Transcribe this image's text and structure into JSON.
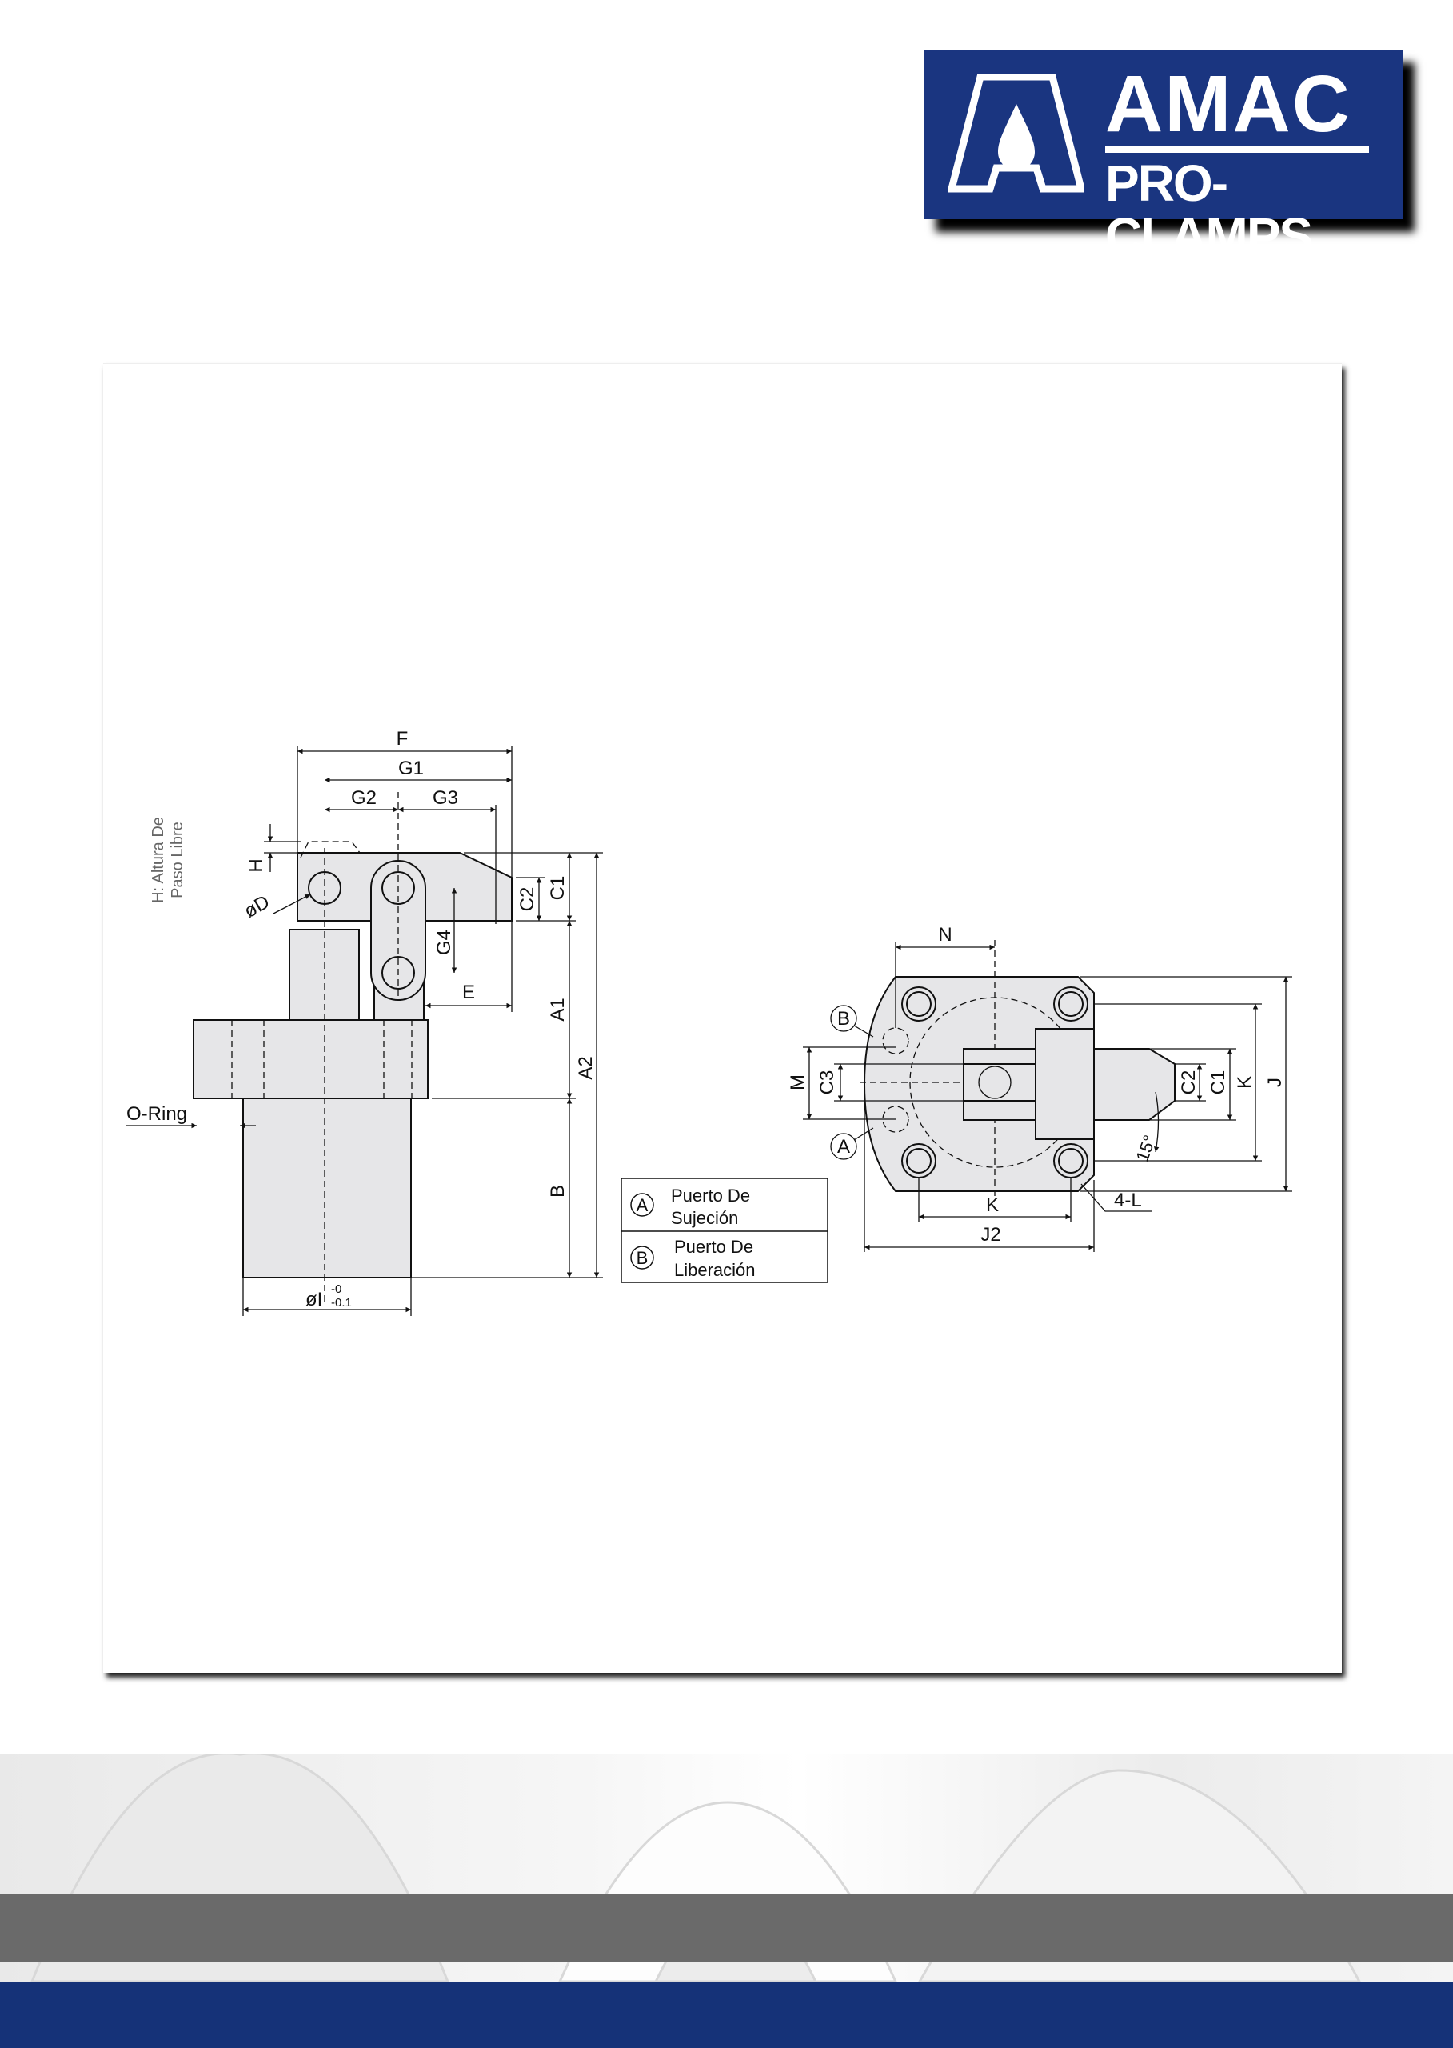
{
  "logo": {
    "brand": "AMAC",
    "tagline": "PRO-CLAMPS"
  },
  "colors": {
    "brand_blue": "#1a3580",
    "footer_blue": "#153278",
    "footer_grey": "#6a6a6a",
    "part_fill": "#e6e6e8"
  },
  "side_view": {
    "note_line1": "H: Altura De",
    "note_line2": "Paso Libre",
    "dims": {
      "F": "F",
      "G1": "G1",
      "G2": "G2",
      "G3": "G3",
      "H": "H",
      "D": "øD",
      "C2": "C2",
      "C1": "C1",
      "G4": "G4",
      "E": "E",
      "A1": "A1",
      "A2": "A2",
      "B": "B",
      "oring": "O-Ring",
      "I": "øI",
      "I_tol_upper": "-0",
      "I_tol_lower": "-0.1"
    }
  },
  "top_view": {
    "dims": {
      "N": "N",
      "M": "M",
      "C3": "C3",
      "C2": "C2",
      "C1": "C1",
      "K": "K",
      "J": "J",
      "K_bottom": "K",
      "J2": "J2",
      "L": "4-L",
      "angle": "15°"
    },
    "ports": {
      "A": "A",
      "B": "B"
    }
  },
  "legend": [
    {
      "symbol": "A",
      "line1": "Puerto De",
      "line2": "Sujeción"
    },
    {
      "symbol": "B",
      "line1": "Puerto De",
      "line2": "Liberación"
    }
  ]
}
